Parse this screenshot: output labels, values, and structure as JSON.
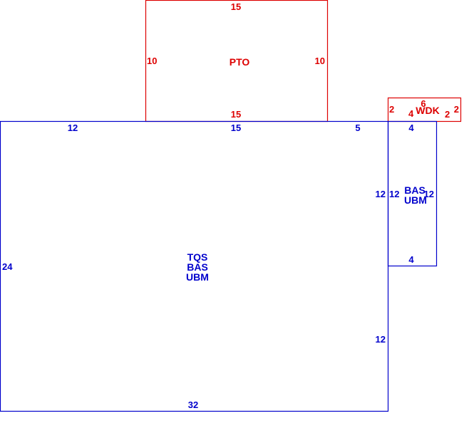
{
  "colors": {
    "main": "#0000cc",
    "addition": "#dd0000",
    "background": "#ffffff"
  },
  "areas": {
    "main": {
      "labels": [
        "TQS",
        "BAS",
        "UBM"
      ],
      "dims": {
        "top_left": "12",
        "top_mid": "15",
        "top_right": "5",
        "left": "24",
        "bottom": "32",
        "right_upper": "12",
        "right_lower": "12"
      }
    },
    "pto": {
      "label": "PTO",
      "dims": {
        "top": "15",
        "bottom": "15",
        "left": "10",
        "right": "10"
      }
    },
    "side": {
      "labels": [
        "BAS",
        "UBM"
      ],
      "dims": {
        "top": "4",
        "bottom": "4",
        "left": "12",
        "right": "12"
      }
    },
    "wdk": {
      "label": "WDK",
      "dims": {
        "top": "6",
        "left": "2",
        "right": "2",
        "inner_left": "4",
        "inner_right": "2"
      }
    }
  }
}
